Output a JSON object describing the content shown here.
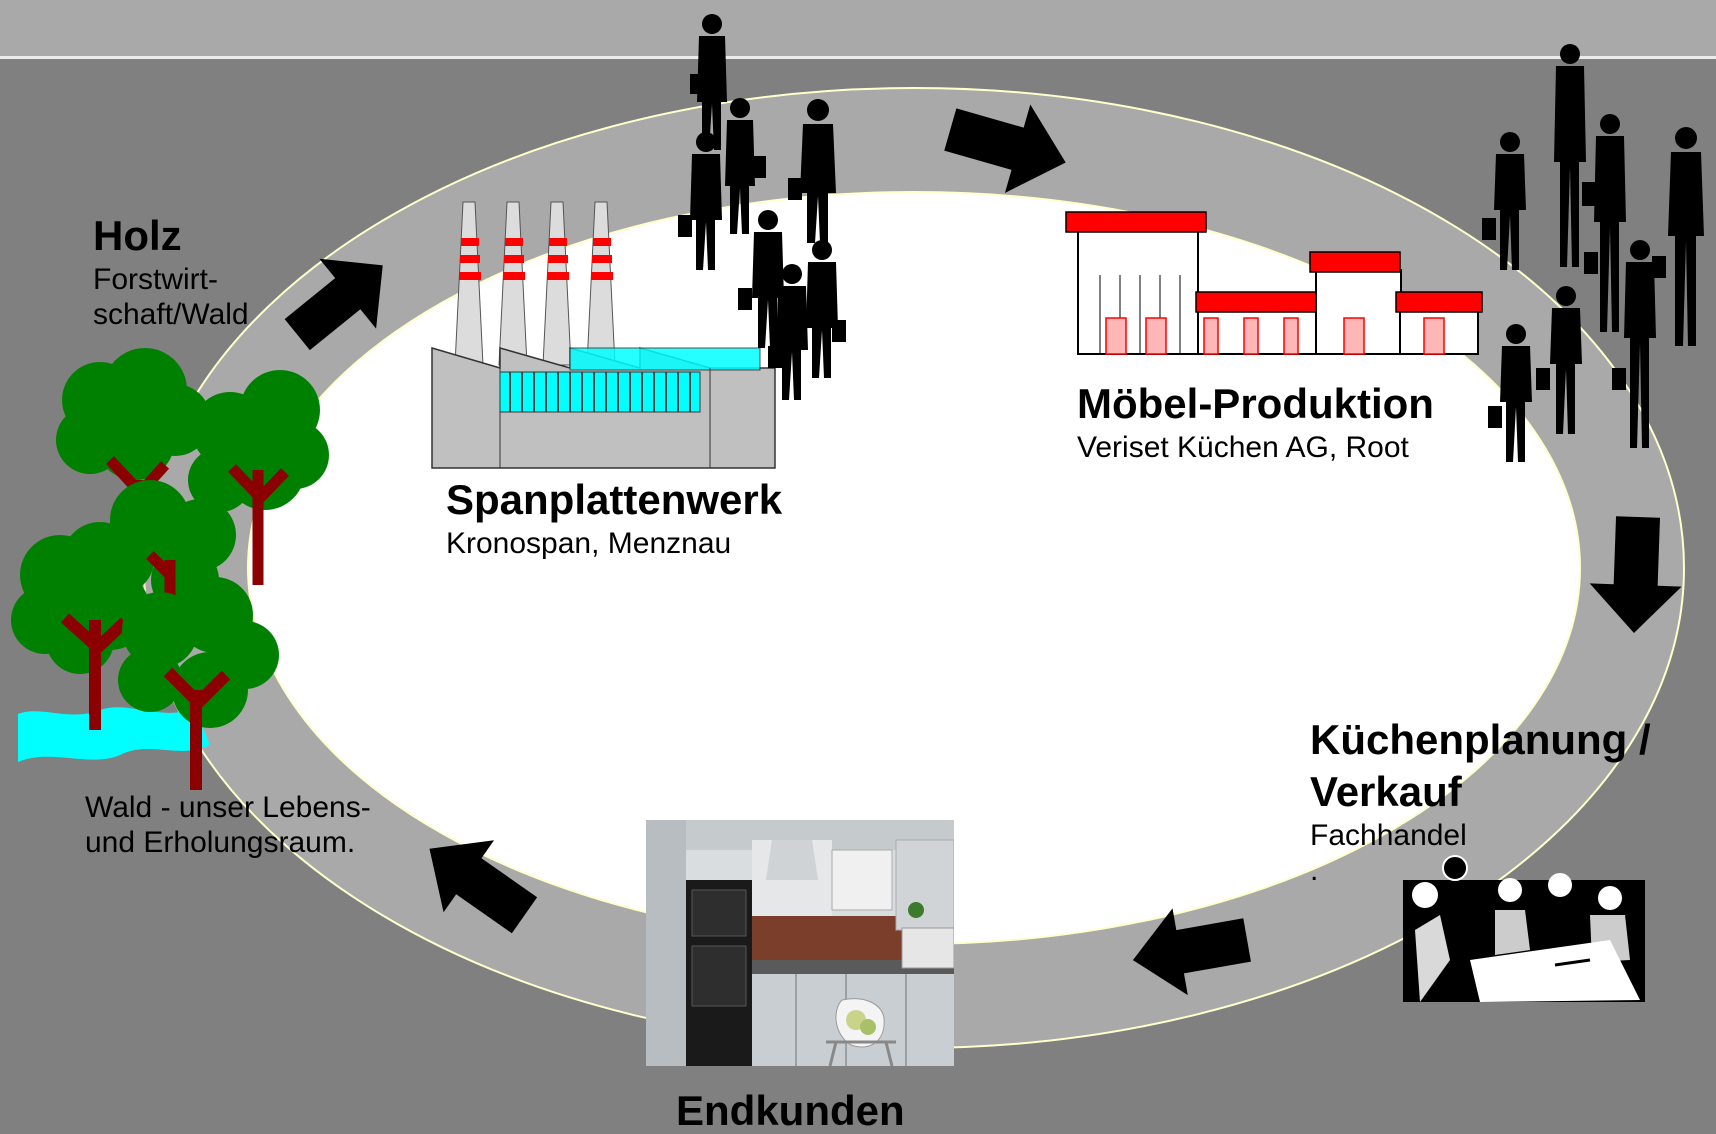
{
  "stations": {
    "holz": {
      "title": "Holz",
      "line1": "Forstwirt-",
      "line2": "schaft/Wald"
    },
    "spanplattenwerk": {
      "title": "Spanplattenwerk",
      "subtitle": "Kronospan, Menznau"
    },
    "moebel": {
      "title": "Möbel-Produktion",
      "subtitle": "Veriset Küchen AG, Root"
    },
    "kuechenplanung": {
      "title_line1": "Küchenplanung /",
      "title_line2": "Verkauf",
      "subtitle": "Fachhandel",
      "extra": "."
    },
    "endkunden": {
      "title": "Endkunden"
    }
  },
  "forest_caption": {
    "line1": "Wald - unser Lebens-",
    "line2": "und Erholungsraum."
  },
  "colors": {
    "background": "#808080",
    "ring": "#a9a9a9",
    "inner": "#ffffff",
    "ring_edge": "#ffffcc",
    "arrow": "#000000",
    "factory_red": "#ff0000",
    "window_cyan": "#00ffff",
    "tree_green": "#008000",
    "trunk": "#8b0000",
    "water": "#00ffff"
  }
}
